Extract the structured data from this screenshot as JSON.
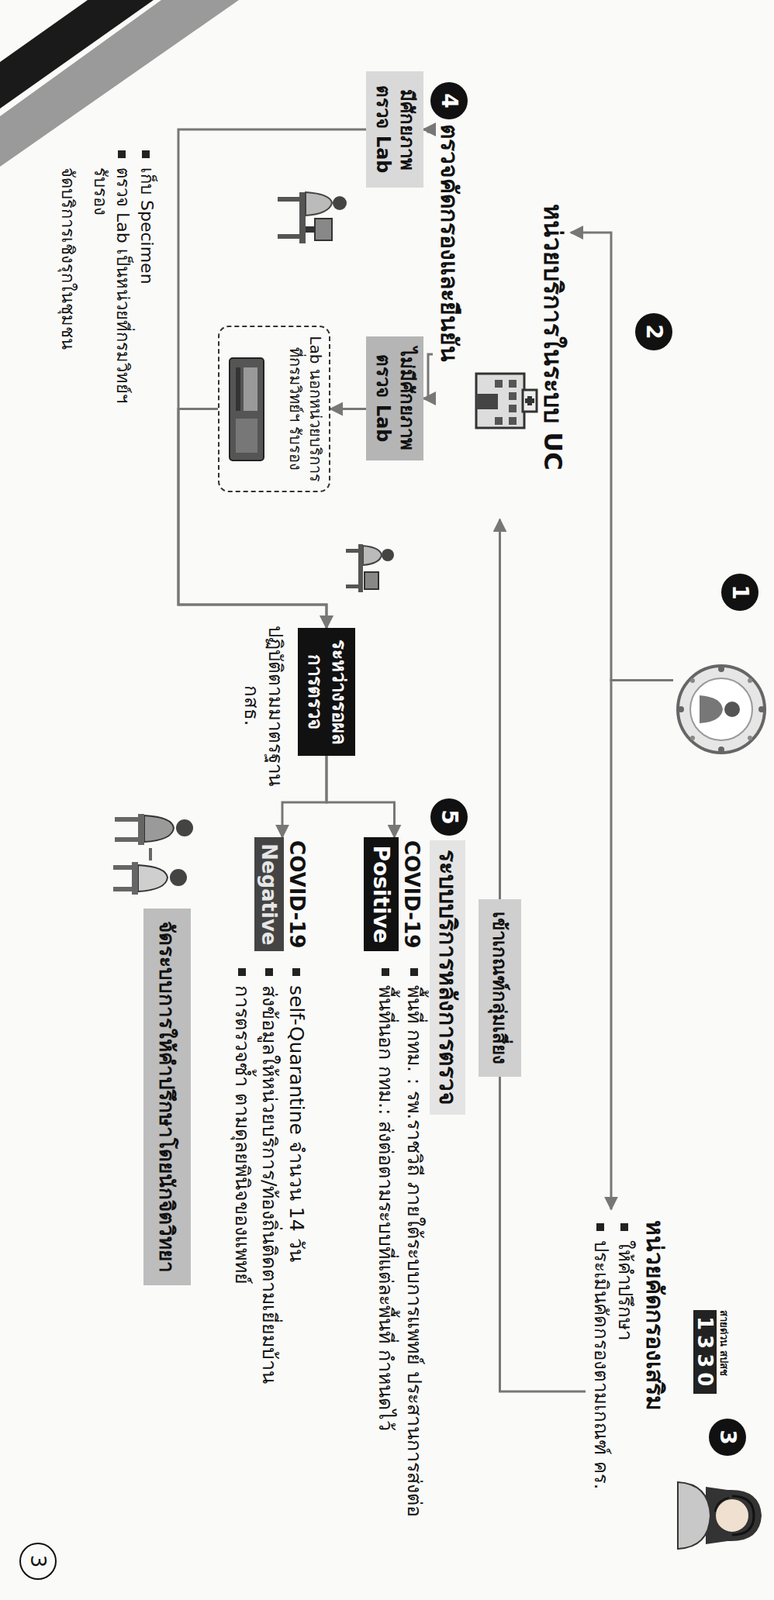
{
  "diagram": {
    "nodes": [
      {
        "text": [
          "1"
        ]
      },
      {
        "text": [
          "หน่วยบริการในระบบ UC"
        ]
      },
      {
        "text": [
          "หน่วยคัดกรองเสริม",
          "ให้คำปรึกษา",
          "ประเมินคัดกรองตามเกณฑ์ คร."
        ]
      },
      {
        "text": [
          "ตรวจคัดกรองและยืนยัน"
        ]
      },
      {
        "text": [
          "มีศักยภาพตรวจ Lab"
        ]
      },
      {
        "text": [
          "ไม่มีศักยภาพ ตรวจ Lab"
        ]
      },
      {
        "text": [
          "Lab นอกหน่วยบริการ ที่กรมวิทย์ฯ รับรอง"
        ]
      },
      {
        "text": [
          "ระหว่างรอผล การตรวจ"
        ]
      },
      {
        "text": [
          "เข้าเกณฑ์กลุ่มเสี่ยง"
        ]
      },
      {
        "text": [
          "ระบบบริการหลังการตรวจ"
        ]
      },
      {
        "text": [
          "COVID-19",
          "Positive"
        ]
      },
      {
        "text": [
          "COVID-19",
          "Negative"
        ]
      },
      {
        "text": [
          "จัดระบบการให้คำปรึกษาโดยนักจิตวิทยา"
        ]
      }
    ],
    "edges": [
      {
        "from": 0,
        "to": 1,
        "arrow": "to"
      },
      {
        "from": 0,
        "to": 2,
        "arrow": "to"
      },
      {
        "from": 2,
        "to": 8,
        "arrow": "none"
      },
      {
        "from": 8,
        "to": 1,
        "arrow": "to"
      },
      {
        "from": 3,
        "to": 4,
        "arrow": "to"
      },
      {
        "from": 3,
        "to": 5,
        "arrow": "to"
      },
      {
        "from": 5,
        "to": 6,
        "arrow": "to"
      },
      {
        "from": 4,
        "to": 7,
        "arrow": "to"
      },
      {
        "from": 6,
        "to": 7,
        "arrow": "to"
      },
      {
        "from": 7,
        "to": 10,
        "arrow": "to"
      },
      {
        "from": 7,
        "to": 11,
        "arrow": "to"
      }
    ],
    "labels": [
      "2",
      "3",
      "สายด่วน สปสช",
      "1330",
      "4",
      "เก็บ Specimen",
      "ตรวจ Lab เป็นหน่วยที่กรมวิทย์ฯ รับรอง",
      "จัดบริการเชิงรุกในชุมชน",
      "ปฏิบัติตามมาตรฐาน กสธ.",
      "5",
      "พื้นที่ กทม. : รพ.ราชวิถี ภายใต้ระบบการแพทย์ ประสานการส่งต่อ",
      "พื้นที่นอก กทม.: ส่งต่อตามระบบที่แต่ละพื้นที่ กำหนดไว้",
      "self-Quarantine จำนวน 14 วัน",
      "ส่งข้อมูลให้หน่วยบริการ/ท้องถิ่นติดตามเยี่ยมบ้าน",
      "การตรวจซ้ำ ตามดุลยพินิจของแพทย์",
      "3"
    ]
  }
}
